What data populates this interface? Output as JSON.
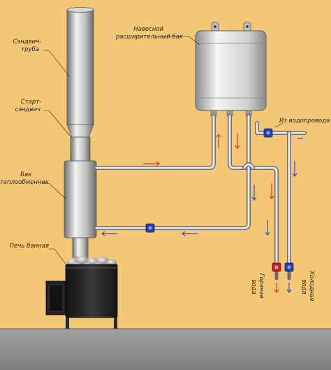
{
  "labels": {
    "sandwich_pipe": [
      "Сэндвич-",
      "труба"
    ],
    "start_sandwich": [
      "Старт-",
      "сэндвич"
    ],
    "heat_exchanger_tank": [
      "Бак",
      "теплообменник"
    ],
    "sauna_stove": [
      "Печь банная"
    ],
    "expansion_tank": [
      "Навесной",
      "расширительный бак"
    ],
    "from_water_supply": [
      "Из водопровода"
    ],
    "hot_water": [
      "Горячая",
      "вода"
    ],
    "cold_water": [
      "Холодная",
      "вода"
    ]
  },
  "colors": {
    "background": "#f3c775",
    "floor": "#8c8c8c",
    "metal_light": "#e6e6e6",
    "metal_dark": "#7a7a7a",
    "stove": "#2a2a2a",
    "hot_arrow": "#d0392b",
    "cold_arrow": "#3a4fb5",
    "hot_valve": "#c8202a",
    "cold_valve": "#2a3fb0"
  }
}
